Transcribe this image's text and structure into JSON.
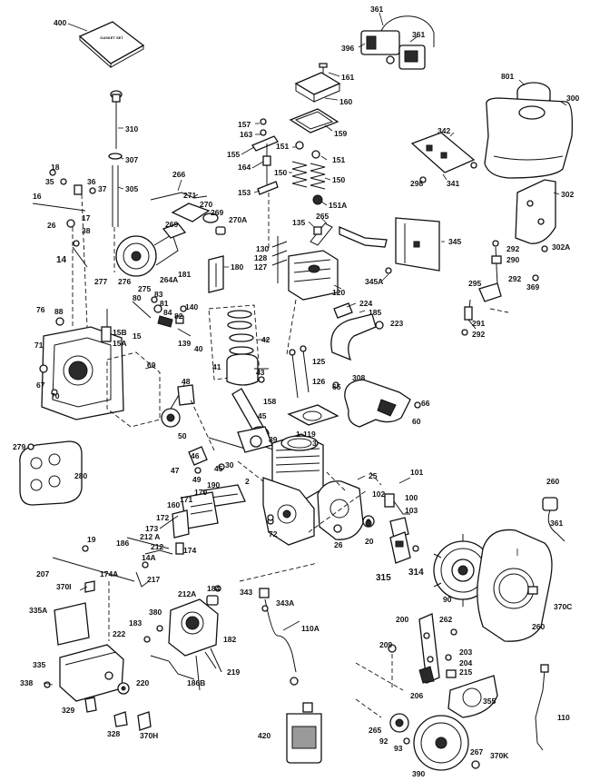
{
  "gasket_set_text": "GASKET SET",
  "callouts": [
    {
      "id": "c400",
      "text": "400"
    },
    {
      "id": "c361a",
      "text": "361"
    },
    {
      "id": "c396",
      "text": "396"
    },
    {
      "id": "c361b",
      "text": "361"
    },
    {
      "id": "c161",
      "text": "161"
    },
    {
      "id": "c160",
      "text": "160"
    },
    {
      "id": "c157",
      "text": "157"
    },
    {
      "id": "c163",
      "text": "163"
    },
    {
      "id": "c159",
      "text": "159"
    },
    {
      "id": "c151a",
      "text": "151"
    },
    {
      "id": "c151b",
      "text": "151"
    },
    {
      "id": "c155",
      "text": "155"
    },
    {
      "id": "c164",
      "text": "164"
    },
    {
      "id": "c150a",
      "text": "150"
    },
    {
      "id": "c150b",
      "text": "150"
    },
    {
      "id": "c153",
      "text": "153"
    },
    {
      "id": "c151A",
      "text": "151A"
    },
    {
      "id": "c310",
      "text": "310"
    },
    {
      "id": "c307",
      "text": "307"
    },
    {
      "id": "c305",
      "text": "305"
    },
    {
      "id": "c801",
      "text": "801"
    },
    {
      "id": "c300",
      "text": "300"
    },
    {
      "id": "c342",
      "text": "342"
    },
    {
      "id": "c298",
      "text": "298"
    },
    {
      "id": "c341",
      "text": "341"
    },
    {
      "id": "c302",
      "text": "302"
    },
    {
      "id": "c18",
      "text": "18"
    },
    {
      "id": "c35",
      "text": "35"
    },
    {
      "id": "c36",
      "text": "36"
    },
    {
      "id": "c37",
      "text": "37"
    },
    {
      "id": "c16",
      "text": "16"
    },
    {
      "id": "c17",
      "text": "17"
    },
    {
      "id": "c26",
      "text": "26"
    },
    {
      "id": "c38",
      "text": "38"
    },
    {
      "id": "c14",
      "text": "14"
    },
    {
      "id": "c266",
      "text": "266"
    },
    {
      "id": "c271",
      "text": "271"
    },
    {
      "id": "c270",
      "text": "270"
    },
    {
      "id": "c269a",
      "text": "269"
    },
    {
      "id": "c269b",
      "text": "269"
    },
    {
      "id": "c270A",
      "text": "270A"
    },
    {
      "id": "c135",
      "text": "135"
    },
    {
      "id": "c265",
      "text": "265"
    },
    {
      "id": "c345",
      "text": "345"
    },
    {
      "id": "c130",
      "text": "130"
    },
    {
      "id": "c128",
      "text": "128"
    },
    {
      "id": "c127",
      "text": "127"
    },
    {
      "id": "c276",
      "text": "276"
    },
    {
      "id": "c275",
      "text": "275"
    },
    {
      "id": "c264A",
      "text": "264A"
    },
    {
      "id": "c181",
      "text": "181"
    },
    {
      "id": "c180",
      "text": "180"
    },
    {
      "id": "c277",
      "text": "277"
    },
    {
      "id": "c345A",
      "text": "345A"
    },
    {
      "id": "c292a",
      "text": "292"
    },
    {
      "id": "c290",
      "text": "290"
    },
    {
      "id": "c302A",
      "text": "302A"
    },
    {
      "id": "c292b",
      "text": "292"
    },
    {
      "id": "c295",
      "text": "295"
    },
    {
      "id": "c369",
      "text": "369"
    },
    {
      "id": "c291",
      "text": "291"
    },
    {
      "id": "c292c",
      "text": "292"
    },
    {
      "id": "c120",
      "text": "120"
    },
    {
      "id": "c224",
      "text": "224"
    },
    {
      "id": "c185",
      "text": "185"
    },
    {
      "id": "c223",
      "text": "223"
    },
    {
      "id": "c80",
      "text": "80"
    },
    {
      "id": "c83",
      "text": "83"
    },
    {
      "id": "c81",
      "text": "81"
    },
    {
      "id": "c84",
      "text": "84"
    },
    {
      "id": "c82",
      "text": "82"
    },
    {
      "id": "c140",
      "text": "140"
    },
    {
      "id": "c139",
      "text": "139"
    },
    {
      "id": "c76",
      "text": "76"
    },
    {
      "id": "c88",
      "text": "88"
    },
    {
      "id": "c15B",
      "text": "15B"
    },
    {
      "id": "c15A",
      "text": "15A"
    },
    {
      "id": "c15",
      "text": "15"
    },
    {
      "id": "c71",
      "text": "71"
    },
    {
      "id": "c42",
      "text": "42"
    },
    {
      "id": "c40",
      "text": "40"
    },
    {
      "id": "c41",
      "text": "41"
    },
    {
      "id": "c43",
      "text": "43"
    },
    {
      "id": "c69",
      "text": "69"
    },
    {
      "id": "c67",
      "text": "67"
    },
    {
      "id": "c70",
      "text": "70"
    },
    {
      "id": "c48",
      "text": "48"
    },
    {
      "id": "c125",
      "text": "125"
    },
    {
      "id": "c126",
      "text": "126"
    },
    {
      "id": "c158",
      "text": "158"
    },
    {
      "id": "c65",
      "text": "65"
    },
    {
      "id": "c308",
      "text": "308"
    },
    {
      "id": "c66",
      "text": "66"
    },
    {
      "id": "c60",
      "text": "60"
    },
    {
      "id": "c45a",
      "text": "45"
    },
    {
      "id": "c50",
      "text": "50"
    },
    {
      "id": "c279",
      "text": "279"
    },
    {
      "id": "c280",
      "text": "280"
    },
    {
      "id": "c119",
      "text": "119"
    },
    {
      "id": "c3",
      "text": "3"
    },
    {
      "id": "c1",
      "text": "1"
    },
    {
      "id": "c89",
      "text": "89"
    },
    {
      "id": "c47",
      "text": "47"
    },
    {
      "id": "c46",
      "text": "46"
    },
    {
      "id": "c45b",
      "text": "45"
    },
    {
      "id": "c30",
      "text": "30"
    },
    {
      "id": "c49",
      "text": "49"
    },
    {
      "id": "c2",
      "text": "2"
    },
    {
      "id": "c101",
      "text": "101"
    },
    {
      "id": "c25",
      "text": "25"
    },
    {
      "id": "c102",
      "text": "102"
    },
    {
      "id": "c100",
      "text": "100"
    },
    {
      "id": "c103",
      "text": "103"
    },
    {
      "id": "c260",
      "text": "260"
    },
    {
      "id": "c361c",
      "text": "361"
    },
    {
      "id": "c190",
      "text": "190"
    },
    {
      "id": "c170",
      "text": "170"
    },
    {
      "id": "c171",
      "text": "171"
    },
    {
      "id": "c160b",
      "text": "160"
    },
    {
      "id": "c172",
      "text": "172"
    },
    {
      "id": "c173",
      "text": "173"
    },
    {
      "id": "c212A",
      "text": "212 A"
    },
    {
      "id": "c72",
      "text": "72"
    },
    {
      "id": "c26b",
      "text": "26"
    },
    {
      "id": "c20",
      "text": "20"
    },
    {
      "id": "c19",
      "text": "19"
    },
    {
      "id": "c186",
      "text": "186"
    },
    {
      "id": "c212",
      "text": "212"
    },
    {
      "id": "c174",
      "text": "174"
    },
    {
      "id": "c14A",
      "text": "14A"
    },
    {
      "id": "c174A",
      "text": "174A"
    },
    {
      "id": "c207",
      "text": "207"
    },
    {
      "id": "c370I",
      "text": "370I"
    },
    {
      "id": "c217",
      "text": "217"
    },
    {
      "id": "c315",
      "text": "315"
    },
    {
      "id": "c314",
      "text": "314"
    },
    {
      "id": "c90",
      "text": "90"
    },
    {
      "id": "c370C",
      "text": "370C"
    },
    {
      "id": "c335A",
      "text": "335A"
    },
    {
      "id": "c212Ab",
      "text": "212A"
    },
    {
      "id": "c184",
      "text": "184"
    },
    {
      "id": "c343",
      "text": "343"
    },
    {
      "id": "c343A",
      "text": "343A"
    },
    {
      "id": "c380",
      "text": "380"
    },
    {
      "id": "c183",
      "text": "183"
    },
    {
      "id": "c222",
      "text": "222"
    },
    {
      "id": "c182",
      "text": "182"
    },
    {
      "id": "c110A",
      "text": "110A"
    },
    {
      "id": "c200",
      "text": "200"
    },
    {
      "id": "c262",
      "text": "262"
    },
    {
      "id": "c280b",
      "text": "260"
    },
    {
      "id": "c335",
      "text": "335"
    },
    {
      "id": "c209",
      "text": "209"
    },
    {
      "id": "c203",
      "text": "203"
    },
    {
      "id": "c204",
      "text": "204"
    },
    {
      "id": "c219",
      "text": "219"
    },
    {
      "id": "c186B",
      "text": "186B"
    },
    {
      "id": "c338",
      "text": "338"
    },
    {
      "id": "c220",
      "text": "220"
    },
    {
      "id": "c215",
      "text": "215"
    },
    {
      "id": "c206",
      "text": "206"
    },
    {
      "id": "c355",
      "text": "355"
    },
    {
      "id": "c329",
      "text": "329"
    },
    {
      "id": "c328",
      "text": "328"
    },
    {
      "id": "c370H",
      "text": "370H"
    },
    {
      "id": "c420",
      "text": "420"
    },
    {
      "id": "c265b",
      "text": "265"
    },
    {
      "id": "c92",
      "text": "92"
    },
    {
      "id": "c93",
      "text": "93"
    },
    {
      "id": "c267",
      "text": "267"
    },
    {
      "id": "c370K",
      "text": "370K"
    },
    {
      "id": "c110",
      "text": "110"
    },
    {
      "id": "c390",
      "text": "390"
    }
  ]
}
